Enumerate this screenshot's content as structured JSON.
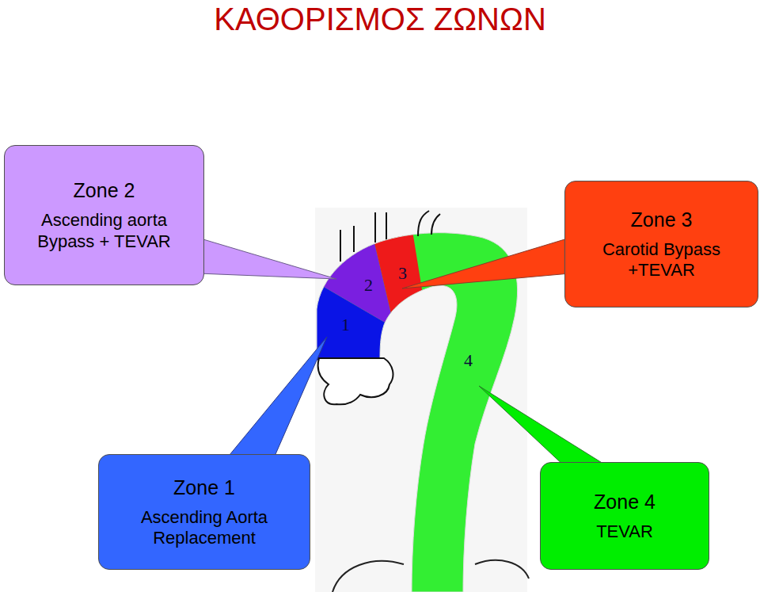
{
  "diagram": {
    "title": "ΚΑΘΟΡΙΣΜΟΣ ΖΩΝΩΝ",
    "nodes": [
      {
        "text": [
          "Zone 2",
          "Ascending aorta Bypass + TEVAR"
        ]
      },
      {
        "text": [
          "Zone 3",
          "Carotid Bypass +TEVAR"
        ]
      },
      {
        "text": [
          "Zone 1",
          "Ascending Aorta Replacement"
        ]
      },
      {
        "text": [
          "Zone 4",
          "TEVAR"
        ]
      }
    ],
    "labels": [
      "1",
      "2",
      "3",
      "4"
    ]
  }
}
